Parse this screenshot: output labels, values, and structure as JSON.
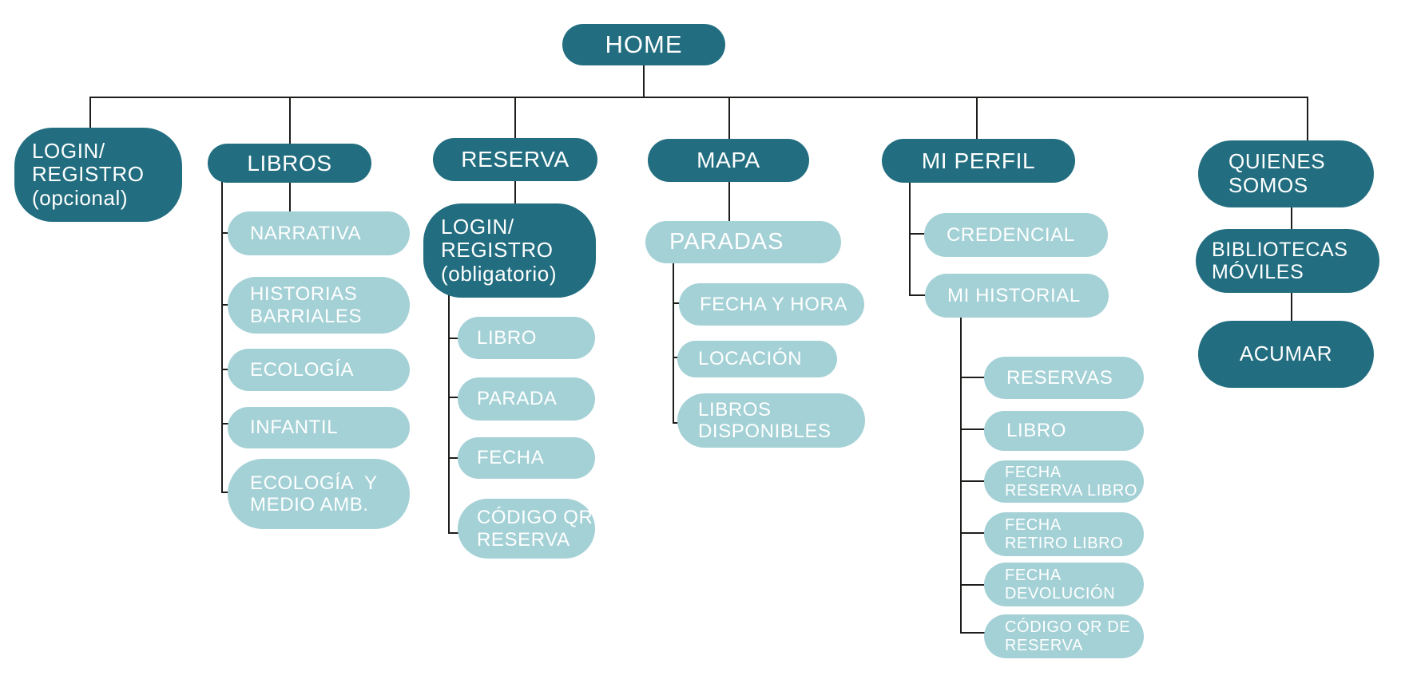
{
  "colors": {
    "node_dark": "#226e80",
    "node_light": "#a4d1d6",
    "text": "#ffffff",
    "connector": "#1d1d1b",
    "background": "#ffffff"
  },
  "tree": {
    "id": "home",
    "label": "HOME",
    "children": [
      {
        "id": "login-registro-opcional",
        "label": "LOGIN/\nREGISTRO\n(opcional)"
      },
      {
        "id": "libros",
        "label": "LIBROS",
        "children": [
          {
            "id": "narrativa",
            "label": "NARRATIVA"
          },
          {
            "id": "historias-barriales",
            "label": "HISTORIAS\nBARRIALES"
          },
          {
            "id": "ecologia",
            "label": "ECOLOGÍA"
          },
          {
            "id": "infantil",
            "label": "INFANTIL"
          },
          {
            "id": "ecologia-y-medio-amb",
            "label": "ECOLOGÍA  Y\nMEDIO AMB."
          }
        ]
      },
      {
        "id": "reserva",
        "label": "RESERVA",
        "children": [
          {
            "id": "login-registro-obligatorio",
            "label": "LOGIN/\nREGISTRO\n(obligatorio)",
            "children": [
              {
                "id": "libro",
                "label": "LIBRO"
              },
              {
                "id": "parada",
                "label": "PARADA"
              },
              {
                "id": "fecha",
                "label": "FECHA"
              },
              {
                "id": "codigo-qr-reserva",
                "label": "CÓDIGO QR\nRESERVA"
              }
            ]
          }
        ]
      },
      {
        "id": "mapa",
        "label": "MAPA",
        "children": [
          {
            "id": "paradas",
            "label": "PARADAS",
            "children": [
              {
                "id": "fecha-y-hora",
                "label": "FECHA Y HORA"
              },
              {
                "id": "locacion",
                "label": "LOCACIÓN"
              },
              {
                "id": "libros-disponibles",
                "label": "LIBROS\nDISPONIBLES"
              }
            ]
          }
        ]
      },
      {
        "id": "mi-perfil",
        "label": "MI PERFIL",
        "children": [
          {
            "id": "credencial",
            "label": "CREDENCIAL"
          },
          {
            "id": "mi-historial",
            "label": "MI HISTORIAL",
            "children": [
              {
                "id": "reservas",
                "label": "RESERVAS"
              },
              {
                "id": "historial-libro",
                "label": "LIBRO"
              },
              {
                "id": "fecha-reserva-libro",
                "label": "FECHA\nRESERVA LIBRO"
              },
              {
                "id": "fecha-retiro-libro",
                "label": "FECHA\nRETIRO LIBRO"
              },
              {
                "id": "fecha-devolucion",
                "label": "FECHA\nDEVOLUCIÓN"
              },
              {
                "id": "codigo-qr-de-reserva",
                "label": "CÓDIGO QR DE\nRESERVA"
              }
            ]
          }
        ]
      },
      {
        "id": "quienes-somos",
        "label": "QUIENES\nSOMOS",
        "children": [
          {
            "id": "bibliotecas-moviles",
            "label": "BIBLIOTECAS\nMÓVILES",
            "children": [
              {
                "id": "acumar",
                "label": "ACUMAR"
              }
            ]
          }
        ]
      }
    ]
  }
}
